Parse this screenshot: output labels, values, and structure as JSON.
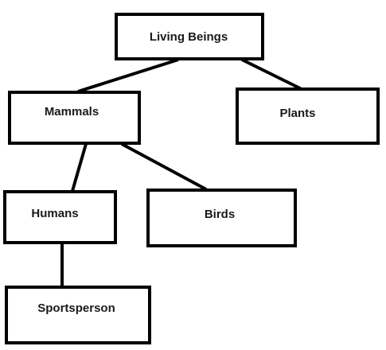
{
  "diagram": {
    "type": "tree",
    "colors": {
      "box_stroke": "#000000",
      "box_fill": "#ffffff",
      "text": "#1a1a1a",
      "edge": "#000000"
    },
    "nodes": {
      "living_beings": "Living Beings",
      "mammals": "Mammals",
      "plants": "Plants",
      "humans": "Humans",
      "birds": "Birds",
      "sportsperson": "Sportsperson"
    },
    "edges": [
      [
        "living_beings",
        "mammals"
      ],
      [
        "living_beings",
        "plants"
      ],
      [
        "mammals",
        "humans"
      ],
      [
        "mammals",
        "birds"
      ],
      [
        "humans",
        "sportsperson"
      ]
    ]
  }
}
